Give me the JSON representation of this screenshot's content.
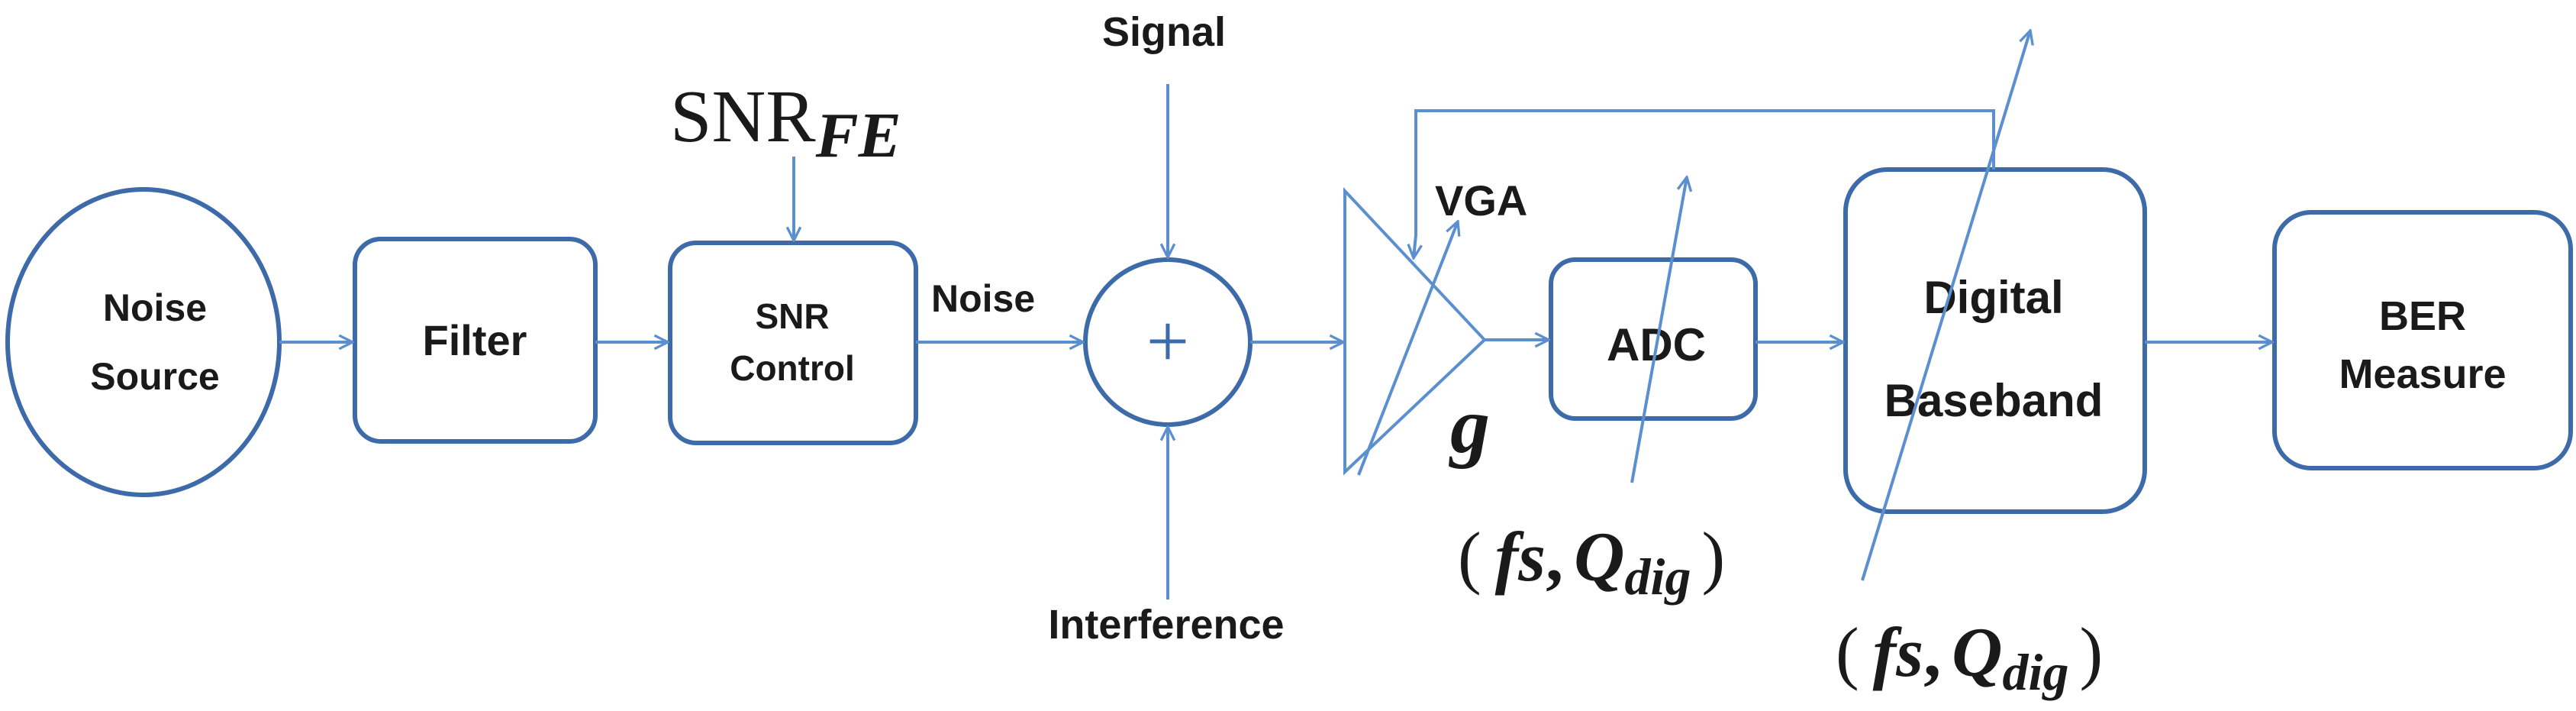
{
  "blocks": {
    "noise_source": [
      "Noise",
      "Source"
    ],
    "filter": "Filter",
    "snr_control": [
      "SNR",
      "Control"
    ],
    "adc": "ADC",
    "digital_baseband": [
      "Digital",
      "Baseband"
    ],
    "ber_measure": [
      "BER",
      "Measure"
    ],
    "vga": "VGA",
    "summer_symbol": "+"
  },
  "signals": {
    "noise": "Noise",
    "signal": "Signal",
    "interference": "Interference"
  },
  "math": {
    "snr_main": "SNR",
    "snr_sub": "FE",
    "gain": "g",
    "open_paren": "(",
    "fs": "fs",
    "comma": ",",
    "q": "Q",
    "dig": "dig",
    "close_paren": ")"
  },
  "colors": {
    "box_stroke": "#3d6aa8",
    "wire": "#5b8fd0"
  }
}
